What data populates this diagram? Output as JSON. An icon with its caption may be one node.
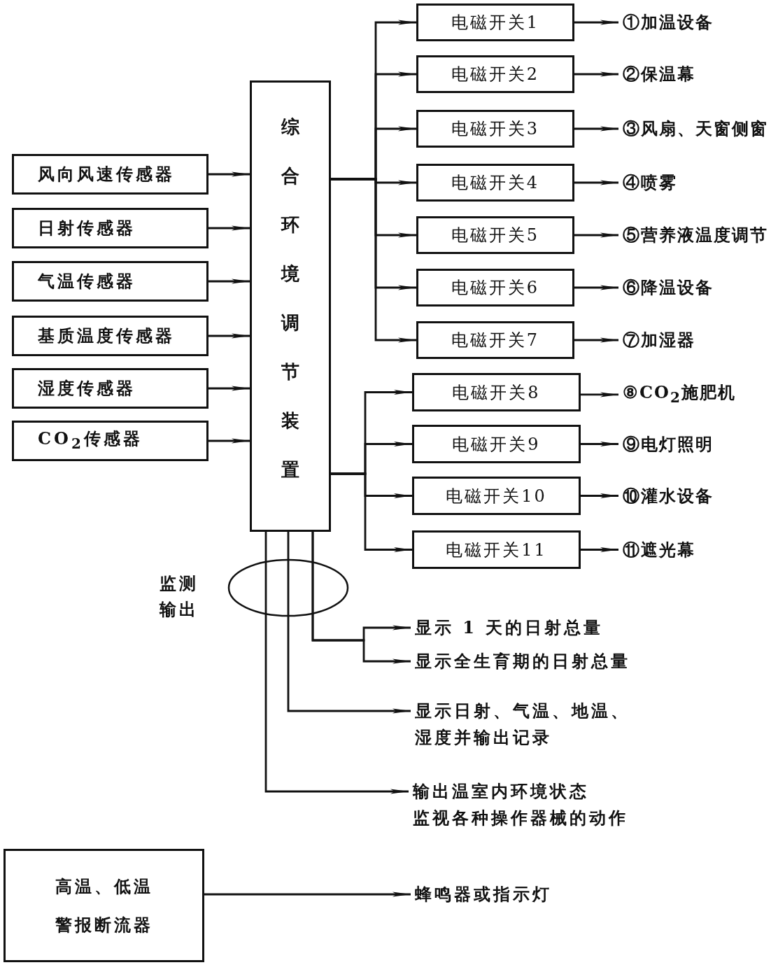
{
  "diagram": {
    "nodes": [
      {
        "text": [
          "综合环境调节装置"
        ]
      },
      {
        "text": [
          "风向风速传感器"
        ]
      },
      {
        "text": [
          "日射传感器"
        ]
      },
      {
        "text": [
          "气温传感器"
        ]
      },
      {
        "text": [
          "基质温度传感器"
        ]
      },
      {
        "text": [
          "湿度传感器"
        ]
      },
      {
        "text": [
          "CO$_{2}$传感器"
        ]
      },
      {
        "text": [
          "电磁开关1"
        ]
      },
      {
        "text": [
          "电磁开关2"
        ]
      },
      {
        "text": [
          "电磁开关3"
        ]
      },
      {
        "text": [
          "电磁开关4"
        ]
      },
      {
        "text": [
          "电磁开关5"
        ]
      },
      {
        "text": [
          "电磁开关6"
        ]
      },
      {
        "text": [
          "电磁开关7"
        ]
      },
      {
        "text": [
          "电磁开关8"
        ]
      },
      {
        "text": [
          "电磁开关9"
        ]
      },
      {
        "text": [
          "电磁开关10"
        ]
      },
      {
        "text": [
          "电磁开关11"
        ]
      },
      {
        "text": [
          "①加温设备"
        ]
      },
      {
        "text": [
          "②保温幕"
        ]
      },
      {
        "text": [
          "③风扇、天窗侧窗"
        ]
      },
      {
        "text": [
          "④喷雾"
        ]
      },
      {
        "text": [
          "⑤营养液温度调节"
        ]
      },
      {
        "text": [
          "⑥降温设备"
        ]
      },
      {
        "text": [
          "⑦加湿器"
        ]
      },
      {
        "text": [
          "⑧CO$_{2}$施肥机"
        ]
      },
      {
        "text": [
          "⑨电灯照明"
        ]
      },
      {
        "text": [
          "⑩灌水设备"
        ]
      },
      {
        "text": [
          "⑪遮光幕"
        ]
      },
      {
        "text": [
          "显示 1 天的日射总量"
        ]
      },
      {
        "text": [
          "显示全生育期的日射总量"
        ]
      },
      {
        "text": [
          "显示日射、气温、地温、湿度并输出记录"
        ]
      },
      {
        "text": [
          "输出温室内环境状态",
          "监视各种操作器械的动作"
        ]
      },
      {
        "text": [
          "高温、低温警报断流器"
        ]
      },
      {
        "text": [
          "蜂鸣器或指示灯"
        ]
      }
    ],
    "edges": [
      {
        "from": 1,
        "to": 0,
        "arrow": "to"
      },
      {
        "from": 2,
        "to": 0,
        "arrow": "to"
      },
      {
        "from": 3,
        "to": 0,
        "arrow": "to"
      },
      {
        "from": 4,
        "to": 0,
        "arrow": "to"
      },
      {
        "from": 5,
        "to": 0,
        "arrow": "to"
      },
      {
        "from": 6,
        "to": 0,
        "arrow": "to"
      },
      {
        "from": 0,
        "to": 7,
        "arrow": "to"
      },
      {
        "from": 0,
        "to": 8,
        "arrow": "to"
      },
      {
        "from": 0,
        "to": 9,
        "arrow": "to"
      },
      {
        "from": 0,
        "to": 10,
        "arrow": "to"
      },
      {
        "from": 0,
        "to": 11,
        "arrow": "to"
      },
      {
        "from": 0,
        "to": 12,
        "arrow": "to"
      },
      {
        "from": 0,
        "to": 13,
        "arrow": "to"
      },
      {
        "from": 0,
        "to": 14,
        "arrow": "to"
      },
      {
        "from": 0,
        "to": 15,
        "arrow": "to"
      },
      {
        "from": 0,
        "to": 16,
        "arrow": "to"
      },
      {
        "from": 0,
        "to": 17,
        "arrow": "to"
      },
      {
        "from": 7,
        "to": 18,
        "arrow": "to"
      },
      {
        "from": 8,
        "to": 19,
        "arrow": "to"
      },
      {
        "from": 9,
        "to": 20,
        "arrow": "to"
      },
      {
        "from": 10,
        "to": 21,
        "arrow": "to"
      },
      {
        "from": 11,
        "to": 22,
        "arrow": "to"
      },
      {
        "from": 12,
        "to": 23,
        "arrow": "to"
      },
      {
        "from": 13,
        "to": 24,
        "arrow": "to"
      },
      {
        "from": 14,
        "to": 25,
        "arrow": "to"
      },
      {
        "from": 15,
        "to": 26,
        "arrow": "to"
      },
      {
        "from": 16,
        "to": 27,
        "arrow": "to"
      },
      {
        "from": 17,
        "to": 28,
        "arrow": "to"
      },
      {
        "from": 0,
        "to": 29,
        "arrow": "to"
      },
      {
        "from": 0,
        "to": 30,
        "arrow": "to"
      },
      {
        "from": 0,
        "to": 31,
        "arrow": "to"
      },
      {
        "from": 0,
        "to": 32,
        "arrow": "to"
      },
      {
        "from": 33,
        "to": 34,
        "arrow": "to"
      }
    ],
    "labels": [
      "监测输出"
    ]
  }
}
